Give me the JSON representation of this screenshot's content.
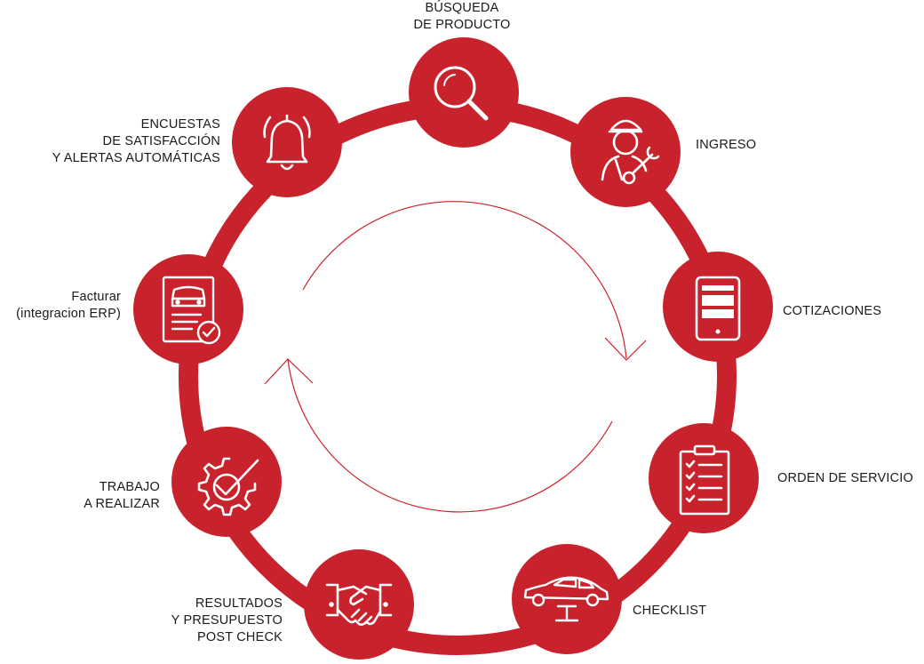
{
  "colors": {
    "ring": "#c8232c",
    "node": "#c8232c",
    "icon": "#ffffff",
    "arrows": "#c8232c",
    "text": "#1a1a1a"
  },
  "steps": [
    {
      "id": "busqueda",
      "label": "BÚSQUEDA\nDE PRODUCTO",
      "icon": "magnifier-icon"
    },
    {
      "id": "ingreso",
      "label": "INGRESO",
      "icon": "mechanic-icon"
    },
    {
      "id": "cotizaciones",
      "label": "COTIZACIONES",
      "icon": "tablet-icon"
    },
    {
      "id": "orden",
      "label": "ORDEN DE SERVICIO",
      "icon": "clipboard-checklist-icon"
    },
    {
      "id": "checklist",
      "label": "CHECKLIST",
      "icon": "car-lift-icon"
    },
    {
      "id": "resultados",
      "label": "RESULTADOS\nY PRESUPUESTO\nPOST CHECK",
      "icon": "handshake-icon"
    },
    {
      "id": "trabajo",
      "label": "TRABAJO\nA REALIZAR",
      "icon": "gear-check-icon"
    },
    {
      "id": "facturar",
      "label": "Facturar\n(integracion ERP)",
      "icon": "invoice-car-icon"
    },
    {
      "id": "encuestas",
      "label": "ENCUESTAS\nDE SATISFACCIÓN\nY ALERTAS AUTOMÁTICAS",
      "icon": "bell-icon"
    }
  ]
}
